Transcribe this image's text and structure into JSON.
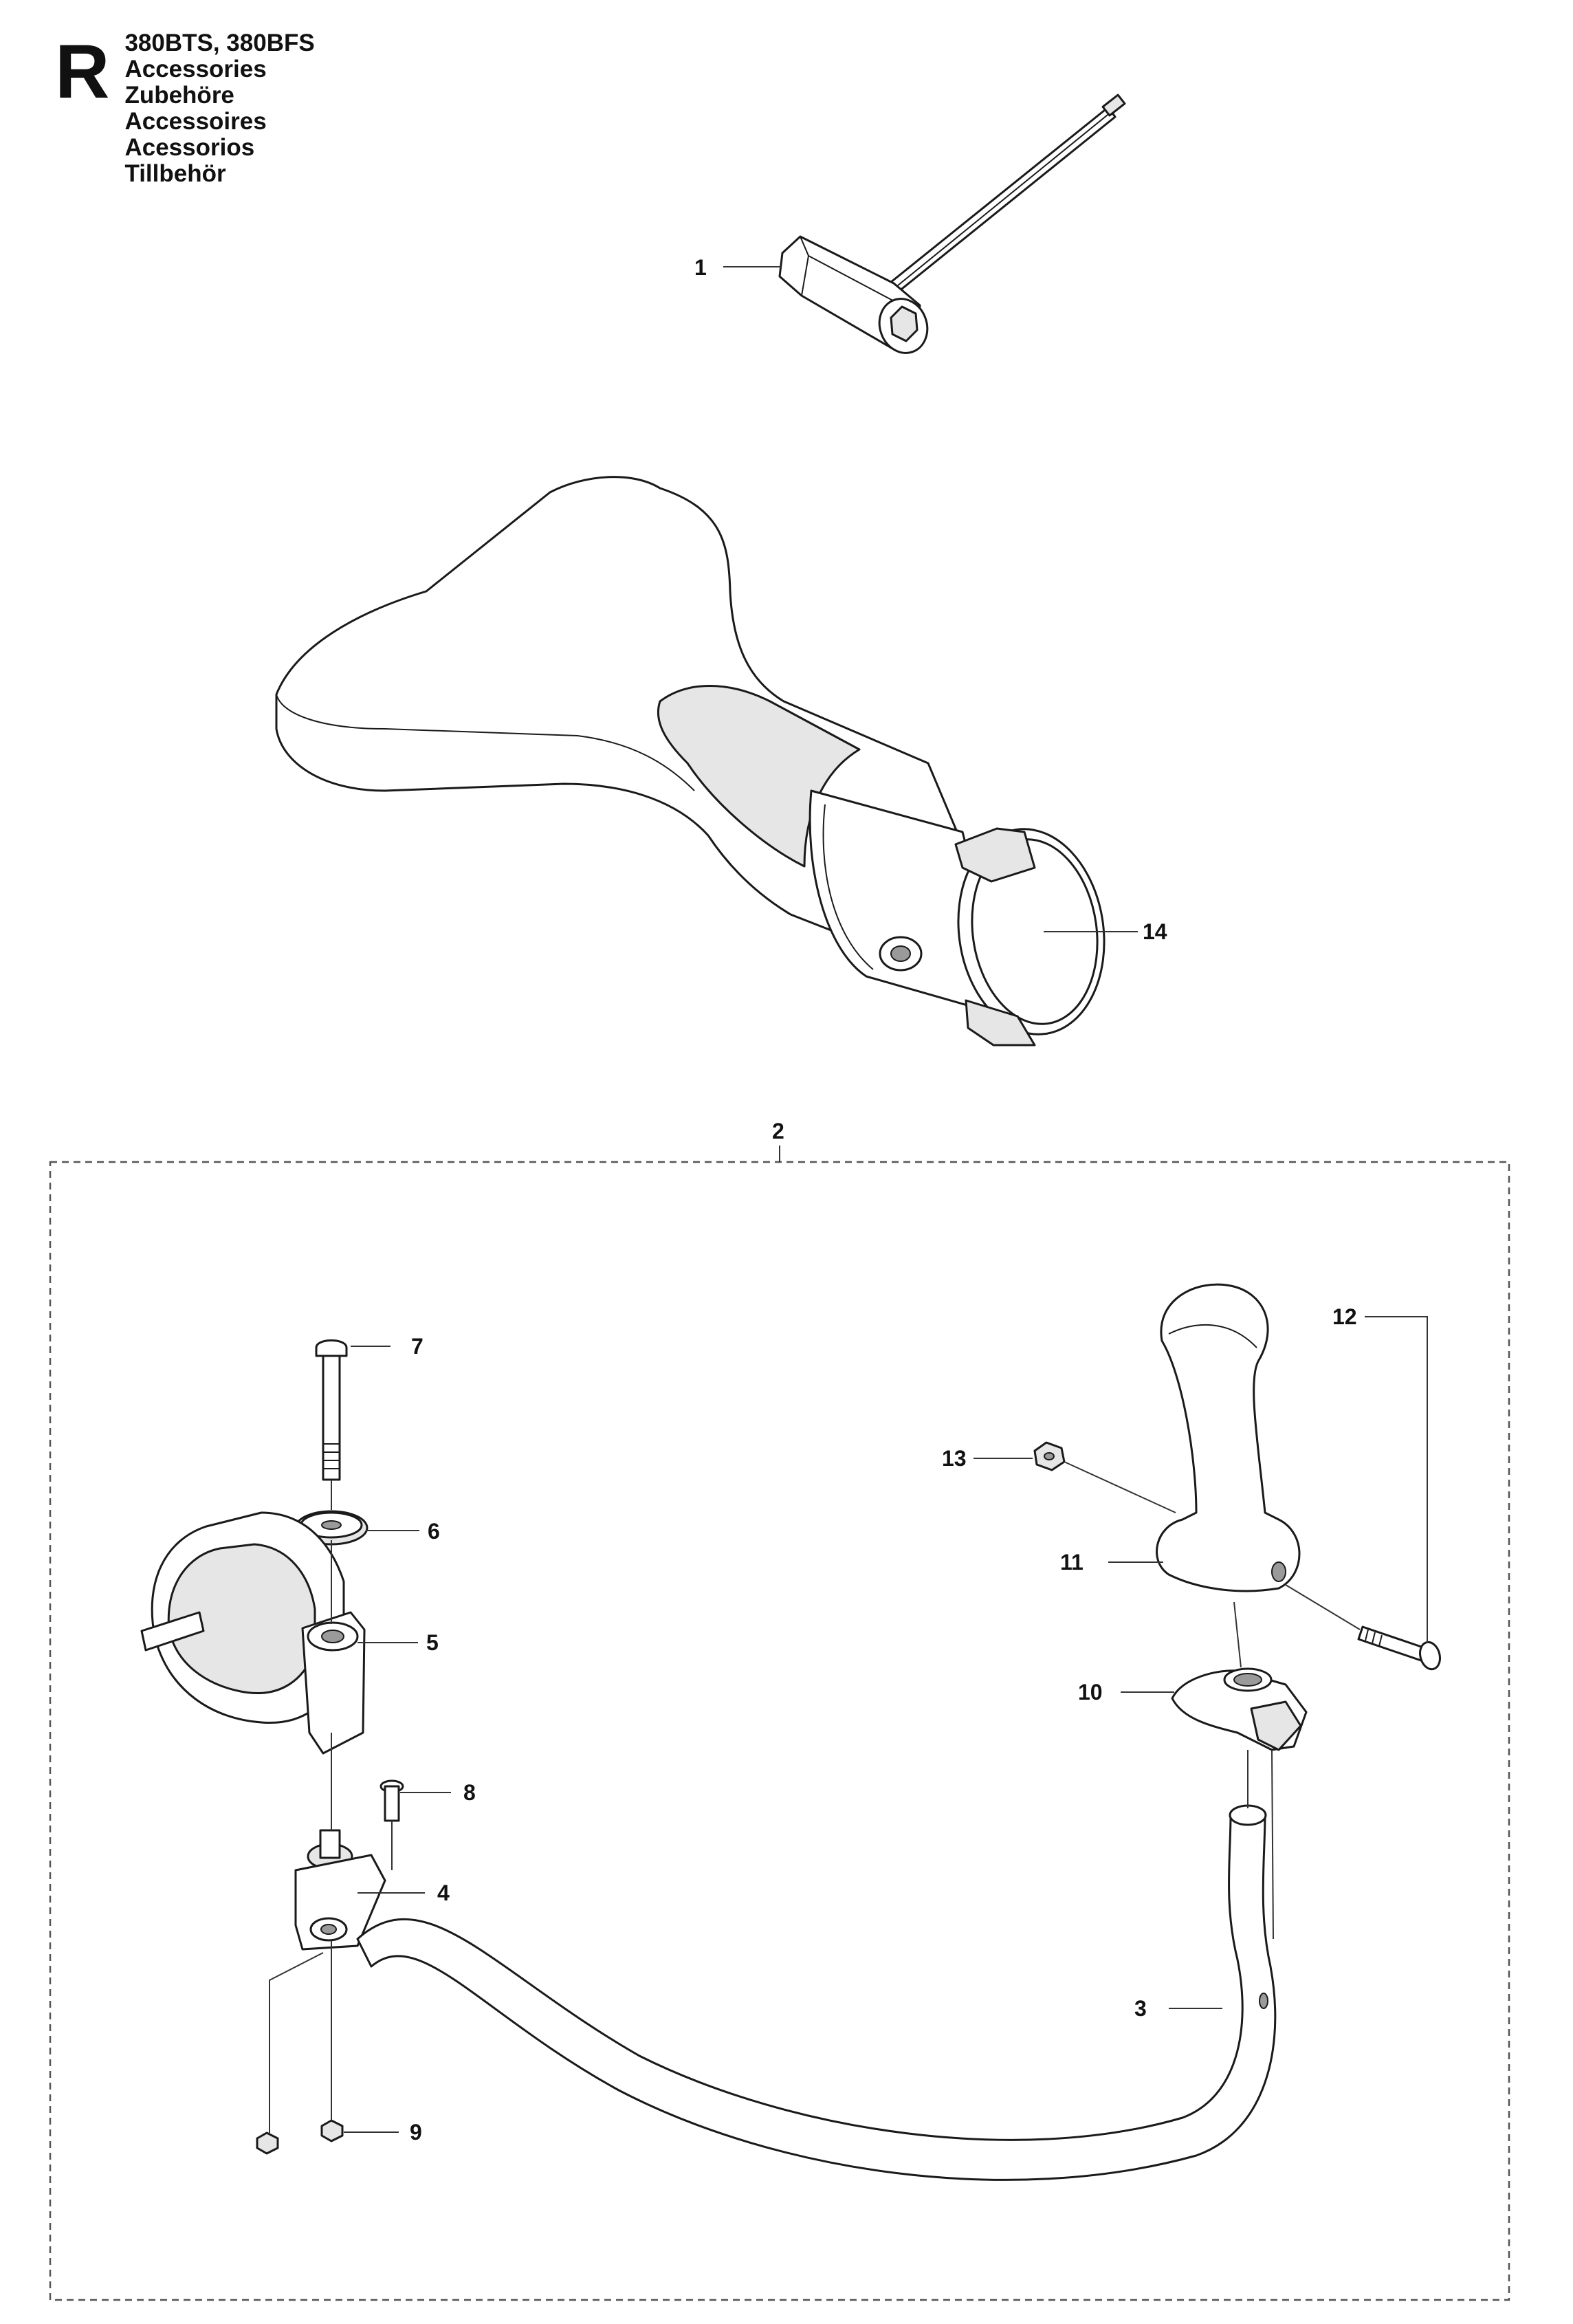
{
  "header": {
    "section_letter": "R",
    "model": "380BTS, 380BFS",
    "titles": [
      "Accessories",
      "Zubehöre",
      "Accessoires",
      "Acessorios",
      "Tillbehör"
    ]
  },
  "callouts": {
    "c1": "1",
    "c2": "2",
    "c3": "3",
    "c4": "4",
    "c5": "5",
    "c6": "6",
    "c7": "7",
    "c8": "8",
    "c9": "9",
    "c10": "10",
    "c11": "11",
    "c12": "12",
    "c13": "13",
    "c14": "14"
  }
}
